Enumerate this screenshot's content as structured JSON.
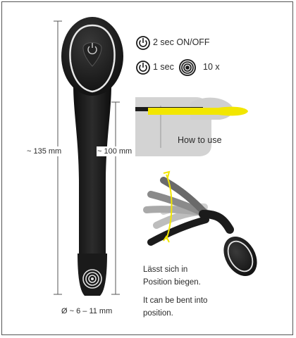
{
  "dimensions": {
    "total_length": "~ 135 mm",
    "insertable_length": "~ 100 mm",
    "diameter": "Ø ~ 6 – 11 mm"
  },
  "controls": {
    "power_hold": "2 sec ON/OFF",
    "mode_press": "1 sec",
    "mode_count": "10 x"
  },
  "usage": {
    "how_to_use": "How to use"
  },
  "bend_note": {
    "de_line1": "Lässt sich in",
    "de_line2": "Position biegen.",
    "en_line1": "It can be bent into",
    "en_line2": "position."
  },
  "colors": {
    "product": "#1b1b1b",
    "accent_yellow": "#f2e600",
    "body_gray": "#d3d3d3"
  }
}
